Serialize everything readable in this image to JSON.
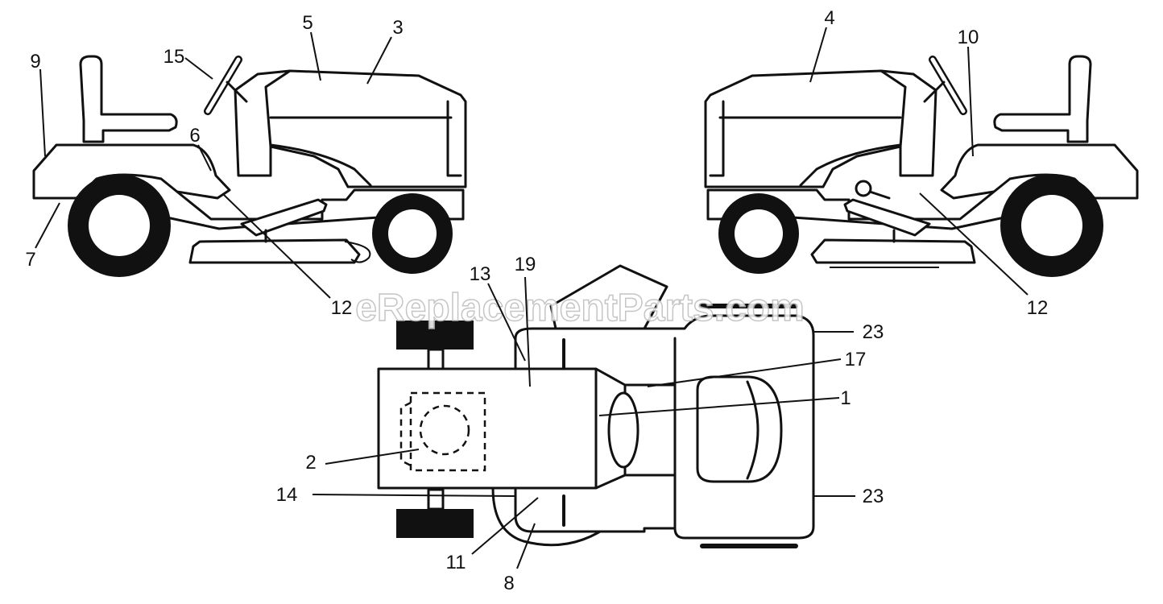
{
  "watermark": "eReplacementParts.com",
  "callouts": {
    "c1": "1",
    "c2": "2",
    "c3": "3",
    "c4": "4",
    "c5": "5",
    "c6": "6",
    "c7": "7",
    "c8": "8",
    "c9": "9",
    "c10": "10",
    "c11": "11",
    "c12a": "12",
    "c12b": "12",
    "c13": "13",
    "c14": "14",
    "c15": "15",
    "c17": "17",
    "c19": "19",
    "c23a": "23",
    "c23b": "23"
  }
}
